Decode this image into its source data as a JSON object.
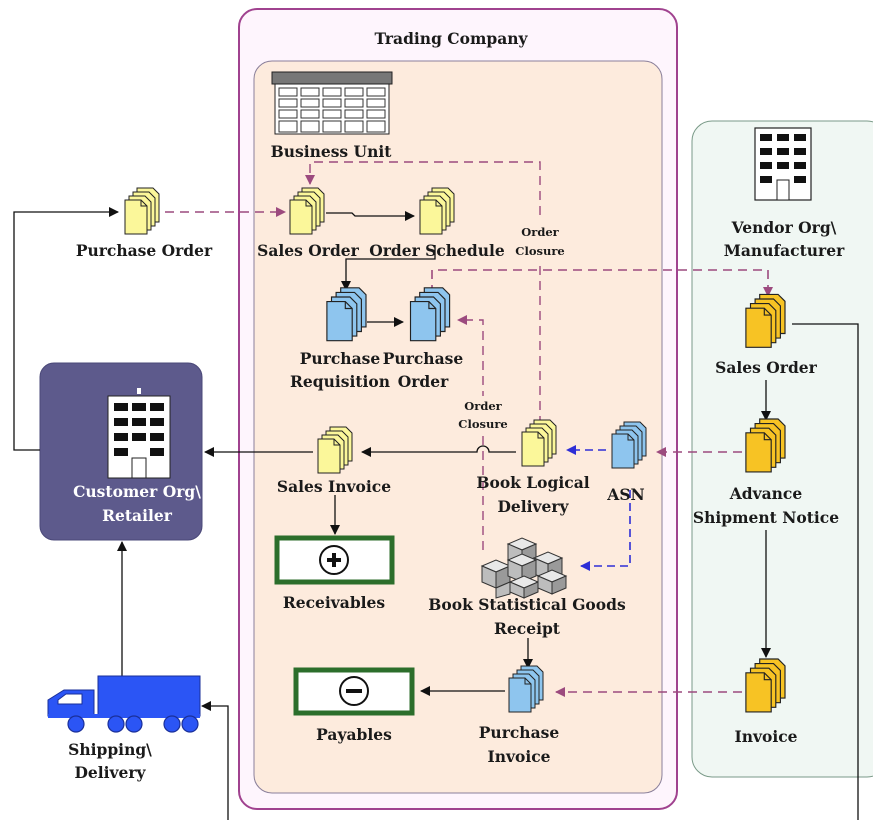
{
  "containers": {
    "trading_company": "Trading Company"
  },
  "nodes": {
    "business_unit": "Business Unit",
    "purchase_order_left": "Purchase Order",
    "sales_order_trading": "Sales Order",
    "order_schedule": "Order Schedule",
    "order_closure_top": [
      "Order",
      "Closure"
    ],
    "purchase_requisition": [
      "Purchase",
      "Requisition"
    ],
    "purchase_order_trading": [
      "Purchase",
      "Order"
    ],
    "order_closure_mid": [
      "Order",
      "Closure"
    ],
    "sales_invoice": "Sales Invoice",
    "book_logical_delivery": [
      "Book Logical",
      "Delivery"
    ],
    "asn": "ASN",
    "receivables": "Receivables",
    "book_statistical_goods_receipt": [
      "Book Statistical Goods",
      "Receipt"
    ],
    "payables": "Payables",
    "purchase_invoice": [
      "Purchase",
      "Invoice"
    ],
    "vendor_org": [
      "Vendor Org\\",
      "Manufacturer"
    ],
    "sales_order_vendor": "Sales Order",
    "advance_shipment_notice": [
      "Advance",
      "Shipment Notice"
    ],
    "invoice_vendor": "Invoice",
    "customer_org": [
      "Customer Org\\",
      "Retailer"
    ],
    "shipping_delivery": [
      "Shipping\\",
      "Delivery"
    ]
  },
  "icons": {
    "receivables": "plus-icon",
    "payables": "minus-icon",
    "customer": "building-icon",
    "vendor": "building-icon",
    "business_unit": "building-icon",
    "shipping": "truck-icon"
  },
  "colors": {
    "trading_border": "#a0428f",
    "trading_fill": "#fef5fd",
    "inner_fill": "#fdebdd",
    "vendor_fill": "#f0f7f3",
    "customer_fill": "#5d5a8c",
    "doc_yellow": "#fbf79a",
    "doc_blue": "#8ec5ee",
    "doc_gold": "#f7c324",
    "truck": "#2b55f5",
    "dashed_purple": "#9c4a7e",
    "dashed_blue": "#2e2ed6",
    "green_box": "#2c6e2b"
  }
}
